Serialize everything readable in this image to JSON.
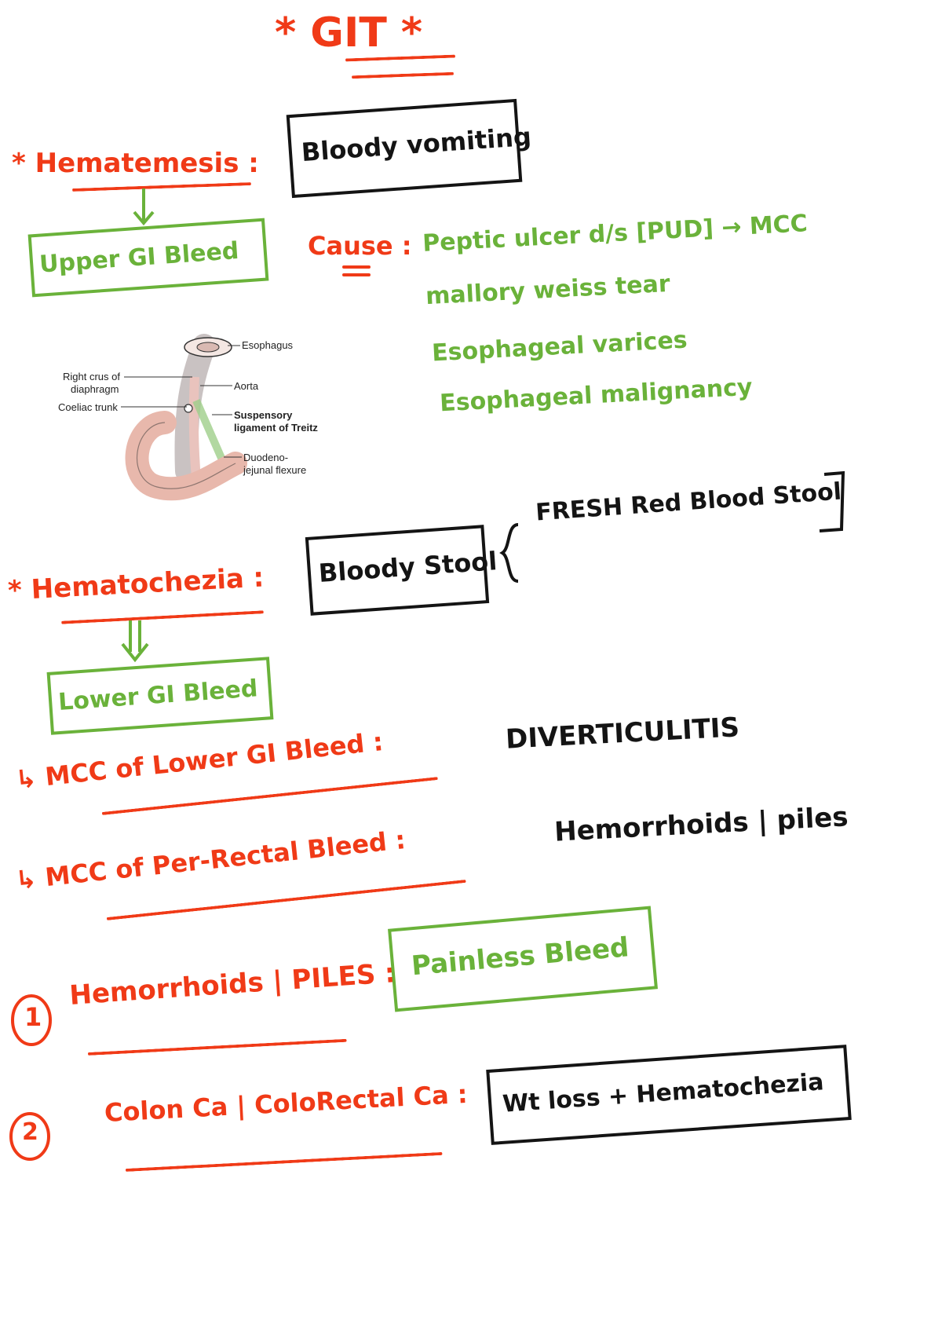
{
  "title": "* GIT *",
  "hematemesis": {
    "heading": "* Hematemesis :",
    "definition": "Bloody vomiting",
    "result": "Upper GI Bleed",
    "cause_label": "Cause :",
    "causes": [
      "Peptic ulcer d/s [PUD] → MCC",
      "mallory weiss tear",
      "Esophageal varices",
      "Esophageal malignancy"
    ]
  },
  "diagram": {
    "labels": {
      "esophagus": "Esophagus",
      "right_crus": "Right crus of",
      "diaphragm": "diaphragm",
      "aorta": "Aorta",
      "coeliac": "Coeliac trunk",
      "suspensory1": "Suspensory",
      "suspensory2": "ligament of Treitz",
      "duodeno1": "Duodeno-",
      "duodeno2": "jejunal flexure"
    }
  },
  "hematochezia": {
    "heading": "* Hematochezia :",
    "definition": "Bloody Stool",
    "note": "FRESH Red Blood Stool",
    "result": "Lower GI Bleed"
  },
  "mcc": [
    {
      "label": "↳ MCC of Lower GI Bleed :",
      "value": "DIVERTICULITIS"
    },
    {
      "label": "↳ MCC of Per-Rectal Bleed :",
      "value": "Hemorrhoids | piles"
    }
  ],
  "items": [
    {
      "number": "1",
      "label": "Hemorrhoids | PILES :",
      "value": "Painless Bleed"
    },
    {
      "number": "2",
      "label": "Colon Ca | ColoRectal Ca :",
      "value": "Wt loss + Hematochezia"
    }
  ],
  "colors": {
    "red": "#f03a17",
    "green": "#6ab23a",
    "black": "#141414"
  }
}
